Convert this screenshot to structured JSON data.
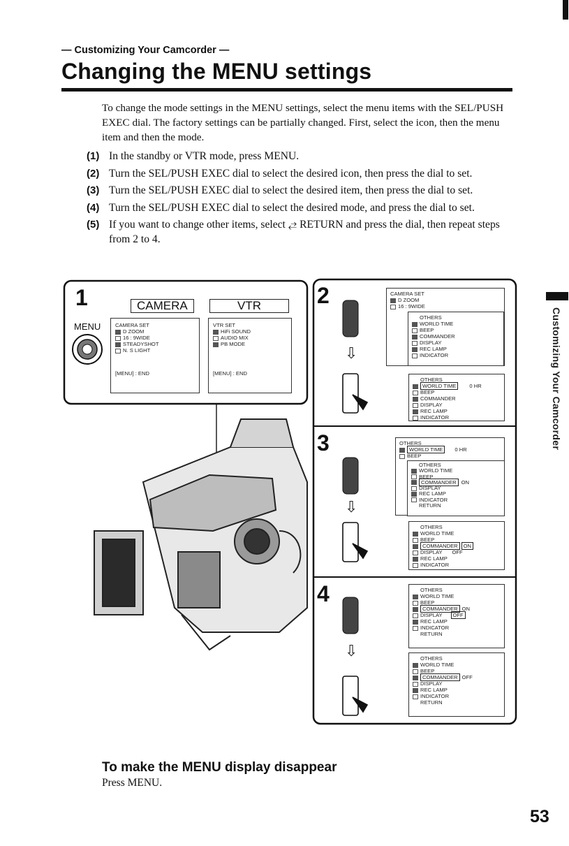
{
  "header": {
    "running_head": "— Customizing Your Camcorder —",
    "title": "Changing the MENU settings"
  },
  "intro": "To change the mode settings in the MENU settings, select the menu items with the SEL/PUSH EXEC dial. The factory settings can be partially changed. First, select the icon, then the menu item and then the mode.",
  "steps": [
    {
      "num": "(1)",
      "text": "In the standby or VTR mode, press MENU."
    },
    {
      "num": "(2)",
      "text": "Turn the SEL/PUSH EXEC dial to select the desired icon, then press the dial to set."
    },
    {
      "num": "(3)",
      "text": "Turn the SEL/PUSH EXEC dial to select the desired item, then press the dial to set."
    },
    {
      "num": "(4)",
      "text": "Turn the SEL/PUSH EXEC dial to select the desired mode, and press the dial to set."
    },
    {
      "num": "(5)",
      "text": "If you want to change other items, select ⥄ RETURN and press the dial, then repeat steps from 2 to 4."
    }
  ],
  "figure": {
    "step1": {
      "num": "1",
      "button_label": "MENU",
      "camera_tab": "CAMERA",
      "vtr_tab": "VTR",
      "camera_menu": [
        "CAMERA SET",
        "D ZOOM",
        "16 : 9WIDE",
        "STEADYSHOT",
        "N. S LIGHT"
      ],
      "camera_footer": "[MENU] : END",
      "vtr_menu": [
        "VTR SET",
        "HiFi SOUND",
        "AUDIO MIX",
        "PB MODE"
      ],
      "vtr_footer": "[MENU] : END"
    },
    "step2": {
      "num": "2",
      "screen_a": {
        "header": "CAMERA SET",
        "rows": [
          "D ZOOM",
          "16 : 9WIDE"
        ],
        "sub_title": "OTHERS",
        "sub_rows": [
          "WORLD TIME",
          "BEEP",
          "COMMANDER",
          "DISPLAY",
          "REC LAMP",
          "INDICATOR"
        ]
      },
      "screen_b": {
        "title": "OTHERS",
        "rows": [
          "WORLD TIME",
          "BEEP",
          "COMMANDER",
          "DISPLAY",
          "REC LAMP",
          "INDICATOR"
        ],
        "value": "0 HR"
      }
    },
    "step3": {
      "num": "3",
      "screen_a": {
        "header": "OTHERS",
        "rows": [
          "WORLD TIME",
          "BEEP"
        ],
        "value": "0 HR",
        "sub_title": "OTHERS",
        "sub_rows": [
          "WORLD TIME",
          "BEEP",
          "COMMANDER",
          "DISPLAY",
          "REC LAMP",
          "INDICATOR",
          "RETURN"
        ],
        "sub_value": "ON"
      },
      "screen_b": {
        "title": "OTHERS",
        "rows": [
          "WORLD TIME",
          "BEEP",
          "COMMANDER",
          "DISPLAY",
          "REC LAMP",
          "INDICATOR"
        ],
        "on": "ON",
        "off": "OFF"
      }
    },
    "step4": {
      "num": "4",
      "screen_a": {
        "title": "OTHERS",
        "rows": [
          "WORLD TIME",
          "BEEP",
          "COMMANDER",
          "DISPLAY",
          "REC LAMP",
          "INDICATOR",
          "RETURN"
        ],
        "on": "ON",
        "off": "OFF"
      },
      "screen_b": {
        "title": "OTHERS",
        "rows": [
          "WORLD TIME",
          "BEEP",
          "COMMANDER",
          "DISPLAY",
          "REC LAMP",
          "INDICATOR",
          "RETURN"
        ],
        "value": "OFF"
      }
    }
  },
  "subsection": {
    "title": "To make the MENU display disappear",
    "text": "Press MENU."
  },
  "side_tab": "Customizing Your Camcorder",
  "page_number": "53"
}
